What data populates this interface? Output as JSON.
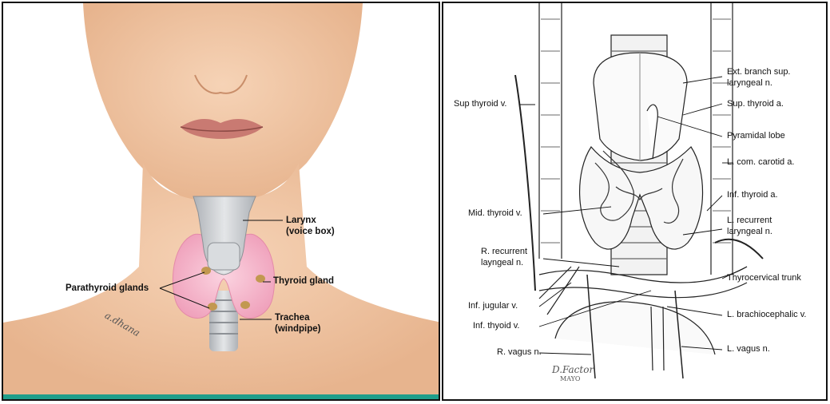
{
  "left_panel": {
    "labels": {
      "larynx": "Larynx",
      "larynx_sub": "(voice box)",
      "thyroid": "Thyroid gland",
      "parathyroid": "Parathyroid  glands",
      "trachea": "Trachea",
      "trachea_sub": "(windpipe)"
    },
    "colors": {
      "skin": "#f2c7a3",
      "thyroid": "#f5b9cc",
      "cartilage": "#c9ccd0",
      "bottom_bar": "#1f9e8a"
    }
  },
  "right_panel": {
    "labels": {
      "ext_branch": "Ext. branch sup.",
      "ext_branch2": "laryngeal n.",
      "sup_thyroid_a": "Sup. thyroid a.",
      "pyramidal": "Pyramidal lobe",
      "l_com_carotid": "L. com. carotid a.",
      "inf_thyroid_a": "Inf. thyroid a.",
      "l_recurrent": "L. recurrent",
      "l_recurrent2": "laryngeal n.",
      "thyrocervical": "Thyrocervical trunk",
      "l_brachio": "L. brachiocephalic v.",
      "l_vagus": "L. vagus n.",
      "sup_thyroid_v": "Sup thyroid v.",
      "mid_thyroid_v": "Mid. thyroid v.",
      "r_recurrent": "R. recurrent",
      "r_recurrent2": "layngeal n.",
      "inf_jugular": "Inf. jugular v.",
      "inf_thyoid_v": "Inf. thyoid v.",
      "r_vagus": "R. vagus n."
    },
    "signature": "D.Factor",
    "signature_sub": "MAYO"
  }
}
